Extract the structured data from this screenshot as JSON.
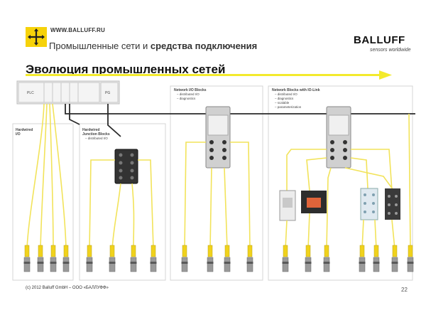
{
  "header": {
    "site": "WWW.BALLUFF.RU",
    "subtitle_normal": "Промышленные сети и ",
    "subtitle_bold": "средства подключения",
    "brand": "BALLUFF",
    "brand_tagline": "sensors worldwide"
  },
  "title": "Эволюция промышленных сетей",
  "diagram": {
    "plc": "PLC",
    "pg": "PG",
    "hardwired_title_1": "Hardwired",
    "hardwired_title_2": "I/O",
    "junction_title_1": "Hardwired",
    "junction_title_2": "Junction Blocks",
    "junction_feature": "– distributed I/O",
    "network_title": "Network I/O Blocks",
    "network_features": [
      "– distributed I/O",
      "– diagnostics"
    ],
    "iolink_title": "Network Blocks with IO-Link",
    "iolink_features": [
      "– distributed I/O",
      "– diagnostics",
      "– scalable",
      "– parameterization"
    ]
  },
  "footer": {
    "copyright": "(c) 2012 Balluff GmbH – ООО «БАЛЛУФФ»",
    "page": "22"
  },
  "colors": {
    "accent": "#f6d20a",
    "cable": "#f2e35a",
    "arrow": "#f3ea2c"
  }
}
